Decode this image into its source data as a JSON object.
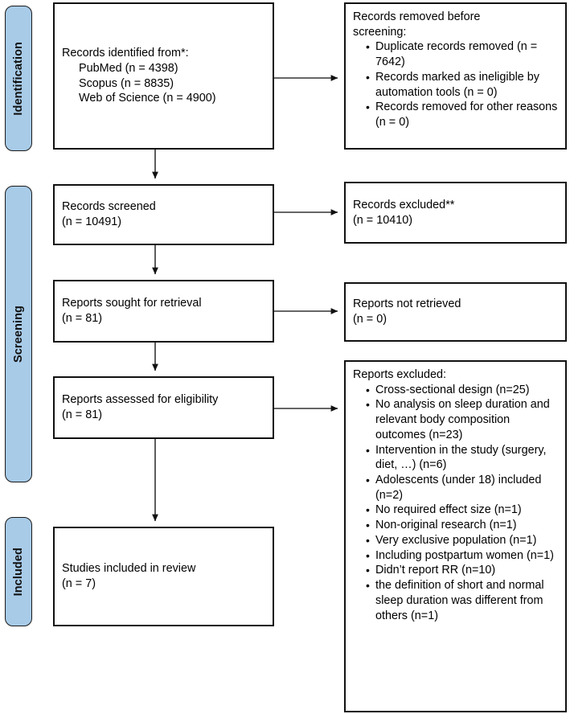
{
  "diagram": {
    "title": "PRISMA flow diagram",
    "type": "prisma-flow-diagram",
    "accent_color": "#a8cbe8",
    "border_color": "#111111",
    "background_color": "#ffffff"
  },
  "stages": [
    {
      "label": "Identification"
    },
    {
      "label": "Screening"
    },
    {
      "label": "Included"
    }
  ],
  "boxes": {
    "identified": {
      "heading": "Records identified from*:",
      "sources": [
        "PubMed (n = 4398)",
        "Scopus (n = 8835)",
        "Web of Science (n = 4900)"
      ]
    },
    "removed_before_screening": {
      "heading_line1": "Records removed before",
      "heading_line2": "screening:",
      "items": [
        "Duplicate records removed (n = 7642)",
        "Records marked as ineligible by automation tools (n = 0)",
        "Records removed for other reasons (n = 0)"
      ]
    },
    "records_screened": {
      "line1": "Records screened",
      "line2": "(n = 10491)"
    },
    "records_excluded": {
      "line1": "Records excluded**",
      "line2": "(n = 10410)"
    },
    "reports_sought": {
      "line1": "Reports sought for retrieval",
      "line2": "(n = 81)"
    },
    "reports_not_retrieved": {
      "line1": "Reports not retrieved",
      "line2": "(n = 0)"
    },
    "reports_assessed": {
      "line1": "Reports assessed for eligibility",
      "line2": "(n = 81)"
    },
    "reports_excluded": {
      "heading": "Reports excluded:",
      "items": [
        "Cross-sectional design (n=25)",
        "No analysis on sleep duration and relevant body composition outcomes (n=23)",
        "Intervention in the study (surgery, diet, …) (n=6)",
        "Adolescents (under 18) included (n=2)",
        "No required effect size (n=1)",
        "Non-original research (n=1)",
        "Very exclusive population (n=1)",
        "Including postpartum women (n=1)",
        "Didn’t report RR (n=10)",
        "the definition of short and normal sleep duration was different from others (n=1)"
      ]
    },
    "studies_included": {
      "line1": "Studies included in review",
      "line2": "(n = 7)"
    }
  }
}
